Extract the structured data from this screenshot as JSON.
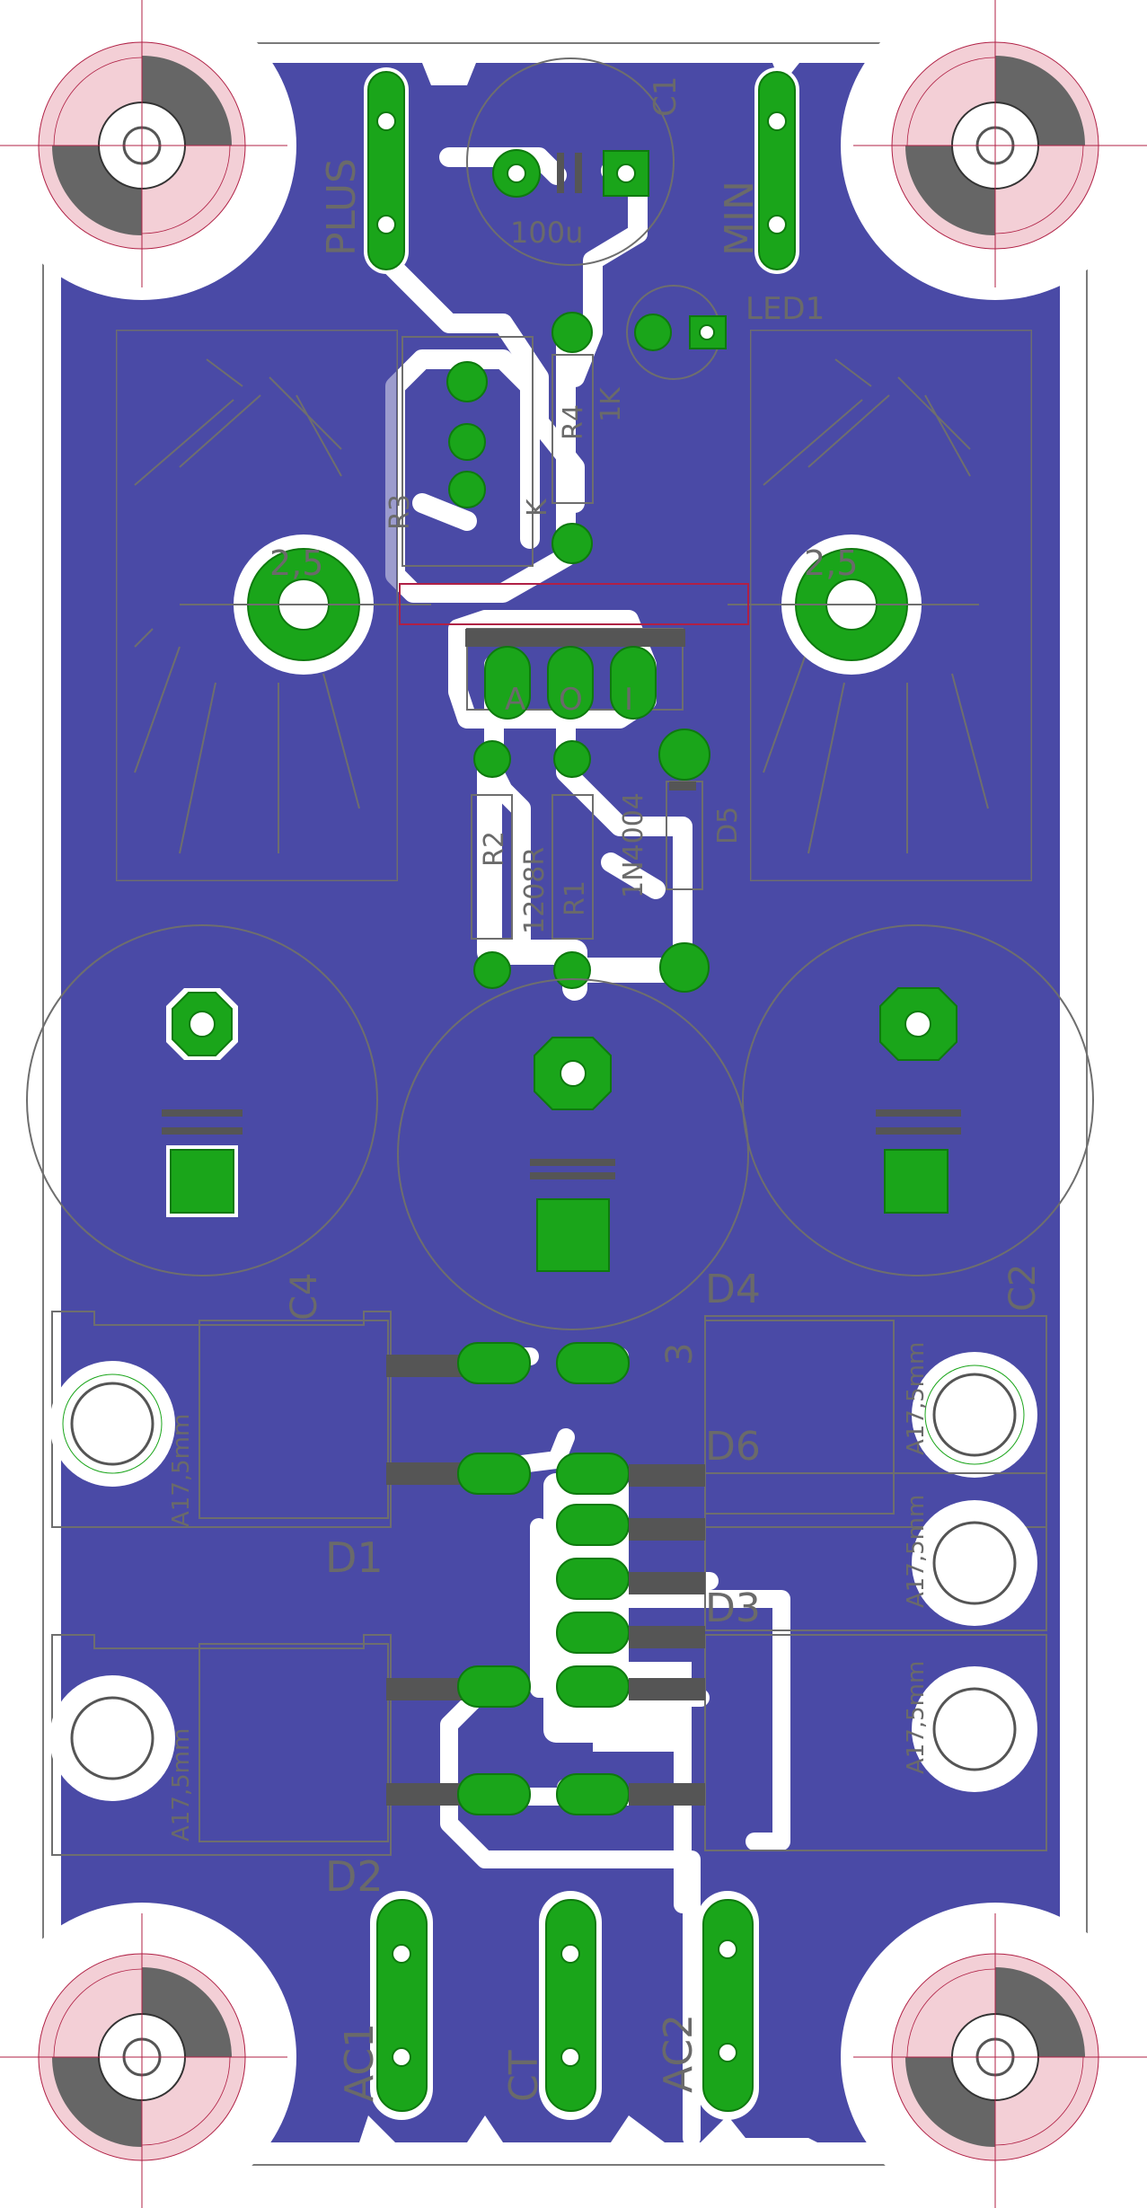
{
  "colors": {
    "background": "#ffffff",
    "copper_pour": "#4a4aa6",
    "pad": "#1aa51a",
    "pad_outline": "#0e7a0e",
    "silkscreen": "#6a6a6a",
    "mount_ring": "#f3cfd6",
    "mount_ring_line": "#b02045",
    "smd_pad": "#555555"
  },
  "labels": {
    "plus": "PLUS",
    "min": "MIN",
    "c1": "C1",
    "c1_value": "100u",
    "led1": "LED1",
    "r3": "R3",
    "r4": "R4",
    "r4_value": "1K",
    "k_mark": "K",
    "heatsink_left": "2,5",
    "heatsink_right": "2,5",
    "ic_pin_a": "A",
    "ic_pin_o": "O",
    "ic_pin_i": "I",
    "r2": "R2",
    "r1": "R1",
    "r_value": "1208R",
    "d5": "D5",
    "d5_value": "1N4004",
    "c4": "C4",
    "c2": "C2",
    "c3": "3",
    "d1": "D1",
    "d2": "D2",
    "d3": "D3",
    "d4": "D4",
    "d6": "D6",
    "a17_1": "A17,5mm",
    "a17_2": "A17,5mm",
    "a17_3": "A17,5mm",
    "a17_4": "A17,5mm",
    "a17_5": "A17,5mm",
    "ac1": "AC1",
    "ct": "CT",
    "ac2": "AC2"
  }
}
